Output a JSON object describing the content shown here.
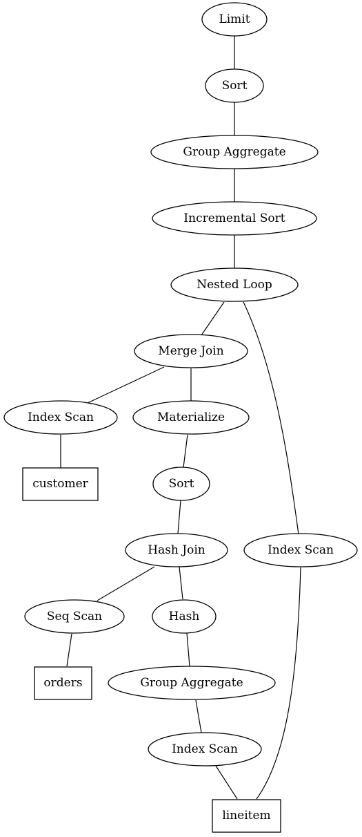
{
  "nodes": {
    "limit": "Limit",
    "sort_top": "Sort",
    "group_aggregate_top": "Group Aggregate",
    "incremental_sort": "Incremental Sort",
    "nested_loop": "Nested Loop",
    "merge_join": "Merge Join",
    "index_scan_customer": "Index Scan",
    "materialize": "Materialize",
    "customer": "customer",
    "sort_mid": "Sort",
    "hash_join": "Hash Join",
    "index_scan_lineitem_right": "Index Scan",
    "seq_scan": "Seq Scan",
    "hash": "Hash",
    "orders": "orders",
    "group_aggregate_bottom": "Group Aggregate",
    "index_scan_lineitem_bottom": "Index Scan",
    "lineitem": "lineitem"
  }
}
